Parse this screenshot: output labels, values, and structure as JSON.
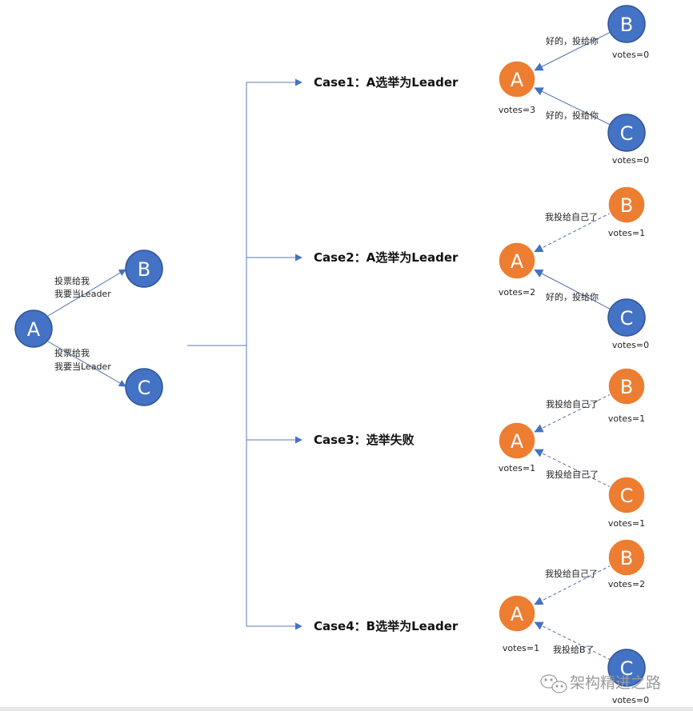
{
  "colors": {
    "candidate": "#ED7D31",
    "follower": "#4472C4",
    "node_stroke": "#2F5597",
    "edge": "#4F6FA8",
    "branch_line": "#5A7AB8"
  },
  "initial": {
    "nodes": [
      {
        "id": "A",
        "label": "A",
        "role": "follower"
      },
      {
        "id": "B",
        "label": "B",
        "role": "follower"
      },
      {
        "id": "C",
        "label": "C",
        "role": "follower"
      }
    ],
    "edges": [
      {
        "from": "A",
        "to": "B",
        "label_line1": "投票给我",
        "label_line2": "我要当Leader",
        "style": "solid"
      },
      {
        "from": "A",
        "to": "C",
        "label_line1": "投票给我",
        "label_line2": "我要当Leader",
        "style": "solid"
      }
    ]
  },
  "cases": [
    {
      "title": "Case1：A选举为Leader",
      "nodes": [
        {
          "id": "A",
          "label": "A",
          "role": "candidate",
          "votes": "votes=3"
        },
        {
          "id": "B",
          "label": "B",
          "role": "follower",
          "votes": "votes=0"
        },
        {
          "id": "C",
          "label": "C",
          "role": "follower",
          "votes": "votes=0"
        }
      ],
      "edges": [
        {
          "from": "B",
          "to": "A",
          "label": "好的，投给你",
          "style": "solid"
        },
        {
          "from": "C",
          "to": "A",
          "label": "好的，投给你",
          "style": "solid"
        }
      ]
    },
    {
      "title": "Case2：A选举为Leader",
      "nodes": [
        {
          "id": "A",
          "label": "A",
          "role": "candidate",
          "votes": "votes=2"
        },
        {
          "id": "B",
          "label": "B",
          "role": "candidate",
          "votes": "votes=1"
        },
        {
          "id": "C",
          "label": "C",
          "role": "follower",
          "votes": "votes=0"
        }
      ],
      "edges": [
        {
          "from": "B",
          "to": "A",
          "label": "我投给自己了",
          "style": "dashed"
        },
        {
          "from": "C",
          "to": "A",
          "label": "好的，投给你",
          "style": "solid"
        }
      ]
    },
    {
      "title": "Case3：选举失败",
      "nodes": [
        {
          "id": "A",
          "label": "A",
          "role": "candidate",
          "votes": "votes=1"
        },
        {
          "id": "B",
          "label": "B",
          "role": "candidate",
          "votes": "votes=1"
        },
        {
          "id": "C",
          "label": "C",
          "role": "candidate",
          "votes": "votes=1"
        }
      ],
      "edges": [
        {
          "from": "B",
          "to": "A",
          "label": "我投给自己了",
          "style": "dashed"
        },
        {
          "from": "C",
          "to": "A",
          "label": "我投给自己了",
          "style": "dashed"
        }
      ]
    },
    {
      "title": "Case4：B选举为Leader",
      "nodes": [
        {
          "id": "A",
          "label": "A",
          "role": "candidate",
          "votes": "votes=1"
        },
        {
          "id": "B",
          "label": "B",
          "role": "candidate",
          "votes": "votes=2"
        },
        {
          "id": "C",
          "label": "C",
          "role": "follower",
          "votes": "votes=0"
        }
      ],
      "edges": [
        {
          "from": "B",
          "to": "A",
          "label": "我投给自己了",
          "style": "dashed"
        },
        {
          "from": "C",
          "to": "A",
          "label": "我投给B了",
          "style": "dashed"
        }
      ]
    }
  ],
  "watermark": {
    "icon": "wechat-icon",
    "text": "架构精进之路"
  }
}
